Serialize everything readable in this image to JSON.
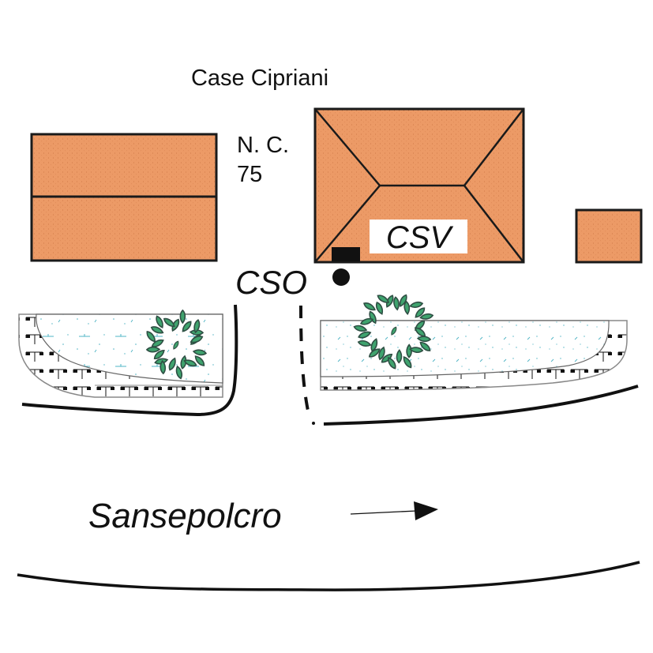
{
  "labels": {
    "place_name": "Case Cipriani",
    "house_number_line1": "N. C.",
    "house_number_line2": "75",
    "building_code": "CSV",
    "point_code": "CSO",
    "road_direction": "Sansepolcro"
  },
  "colors": {
    "building_fill": "#ec9a66",
    "outline": "#1a1a1a",
    "tree_fill": "#3fa36e",
    "tree_stroke": "#2f4f44",
    "lawn_dots": "#3aa6b8",
    "hedge_border": "#888888"
  },
  "icons": {
    "station_marker": "filled-circle",
    "direction_arrow": "arrow-right",
    "tree": "tree-canopy-icon"
  }
}
